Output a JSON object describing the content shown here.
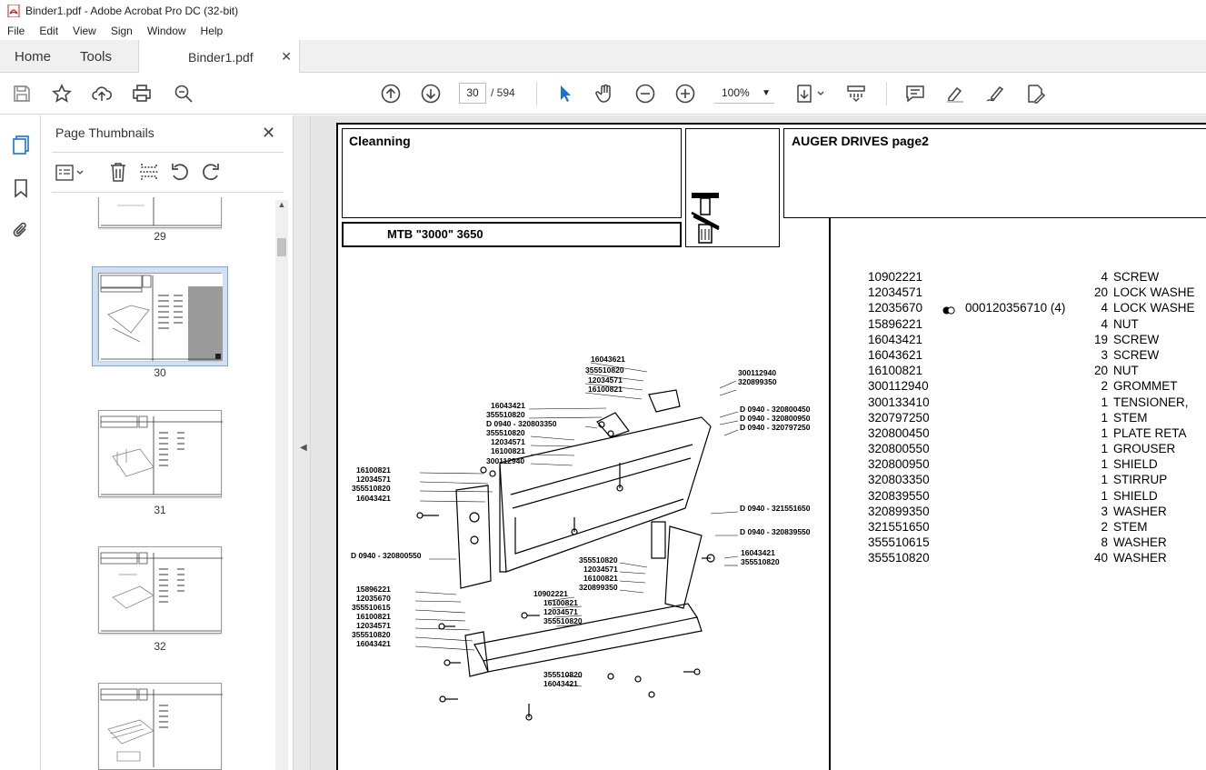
{
  "window": {
    "title": "Binder1.pdf - Adobe Acrobat Pro DC (32-bit)"
  },
  "menu": [
    "File",
    "Edit",
    "View",
    "Sign",
    "Window",
    "Help"
  ],
  "tabs": {
    "home": "Home",
    "tools": "Tools",
    "document": "Binder1.pdf"
  },
  "toolbar": {
    "current_page": "30",
    "total_pages": "/ 594",
    "zoom": "100%"
  },
  "thumbnails": {
    "title": "Page Thumbnails",
    "pages": [
      "29",
      "30",
      "31",
      "32"
    ]
  },
  "document": {
    "section": "Cleanning",
    "model": "MTB \"3000\" 3650",
    "heading": "AUGER DRIVES  page2",
    "parts": [
      {
        "code": "10902221",
        "ref": "",
        "qty": "4",
        "desc": "SCREW"
      },
      {
        "code": "12034571",
        "ref": "",
        "qty": "20",
        "desc": "LOCK WASHE"
      },
      {
        "code": "12035670",
        "ref": "000120356710  (4)",
        "qty": "4",
        "desc": "LOCK WASHE"
      },
      {
        "code": "15896221",
        "ref": "",
        "qty": "4",
        "desc": "NUT"
      },
      {
        "code": "16043421",
        "ref": "",
        "qty": "19",
        "desc": "SCREW"
      },
      {
        "code": "16043621",
        "ref": "",
        "qty": "3",
        "desc": "SCREW"
      },
      {
        "code": "16100821",
        "ref": "",
        "qty": "20",
        "desc": "NUT"
      },
      {
        "code": "300112940",
        "ref": "",
        "qty": "2",
        "desc": "GROMMET"
      },
      {
        "code": "300133410",
        "ref": "",
        "qty": "1",
        "desc": "TENSIONER,"
      },
      {
        "code": "320797250",
        "ref": "",
        "qty": "1",
        "desc": "STEM"
      },
      {
        "code": "320800450",
        "ref": "",
        "qty": "1",
        "desc": "PLATE RETA"
      },
      {
        "code": "320800550",
        "ref": "",
        "qty": "1",
        "desc": "GROUSER"
      },
      {
        "code": "320800950",
        "ref": "",
        "qty": "1",
        "desc": "SHIELD"
      },
      {
        "code": "320803350",
        "ref": "",
        "qty": "1",
        "desc": "STIRRUP"
      },
      {
        "code": "320839550",
        "ref": "",
        "qty": "1",
        "desc": "SHIELD"
      },
      {
        "code": "320899350",
        "ref": "",
        "qty": "3",
        "desc": "WASHER"
      },
      {
        "code": "321551650",
        "ref": "",
        "qty": "2",
        "desc": "STEM"
      },
      {
        "code": "355510615",
        "ref": "",
        "qty": "8",
        "desc": "WASHER"
      },
      {
        "code": "355510820",
        "ref": "",
        "qty": "40",
        "desc": "WASHER"
      }
    ],
    "callouts": {
      "c1": "16043621",
      "c2": "355510820",
      "c3": "12034571",
      "c4": "16100821",
      "c5": "300112940",
      "c6": "320899350",
      "c7": "16043421",
      "c8": "355510820",
      "c9": "D 0940 - 320803350",
      "c10": "355510820",
      "c11": "12034571",
      "c12": "16100821",
      "c13": "300112940",
      "c14": "D 0940 - 320800450",
      "c15": "D 0940 - 320800950",
      "c16": "D 0940 - 320797250",
      "c17": "16100821",
      "c18": "12034571",
      "c19": "355510820",
      "c20": "16043421",
      "c21": "D 0940 - 321551650",
      "c22": "D 0940 - 320839550",
      "c23": "D 0940 - 320800550",
      "c24": "355510820",
      "c25": "12034571",
      "c26": "16100821",
      "c27": "320899350",
      "c28": "16043421",
      "c29": "355510820",
      "c30": "15896221",
      "c31": "12035670",
      "c32": "355510615",
      "c33": "16100821",
      "c34": "12034571",
      "c35": "355510820",
      "c36": "16043421",
      "c37": "10902221",
      "c38": "16100821",
      "c39": "12034571",
      "c40": "355510820",
      "c41": "355510820",
      "c42": "16043421"
    }
  }
}
